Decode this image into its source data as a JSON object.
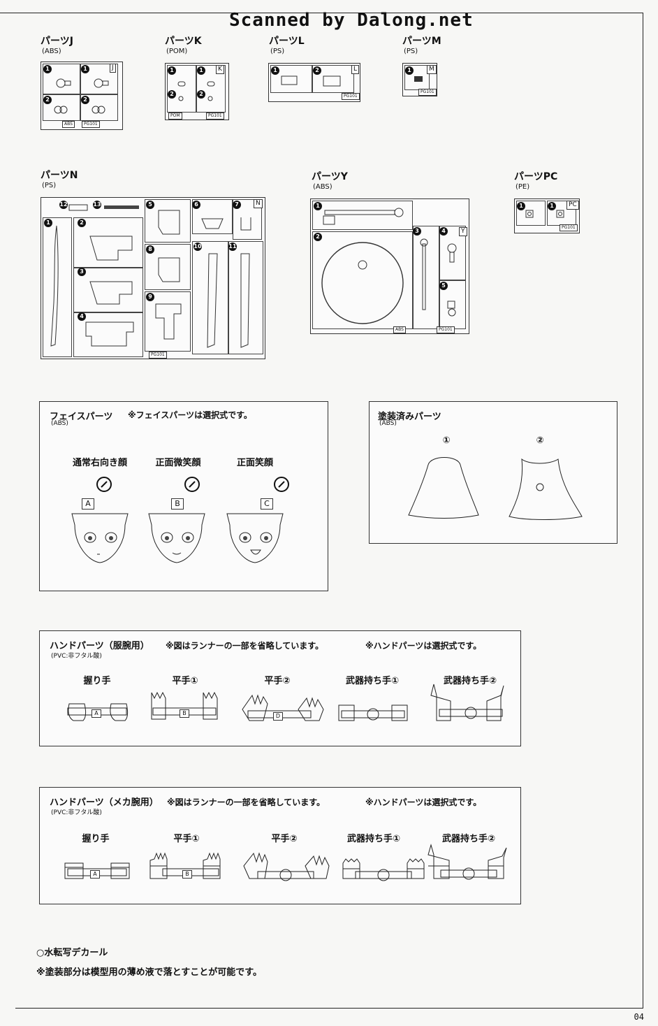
{
  "watermark": "Scanned by Dalong.net",
  "page_number": "04",
  "runners": {
    "J": {
      "title": "パーツJ",
      "material": "(ABS)",
      "tag": "J",
      "bottom_codes": [
        "ABS",
        "PG101"
      ],
      "parts": [
        "1",
        "1",
        "2",
        "2"
      ]
    },
    "K": {
      "title": "パーツK",
      "material": "(POM)",
      "tag": "K",
      "bottom_codes": [
        "POM",
        "PG101"
      ],
      "parts": [
        "1",
        "1",
        "2",
        "2"
      ]
    },
    "L": {
      "title": "パーツL",
      "material": "(PS)",
      "tag": "L",
      "bottom_codes": [
        "PG101"
      ],
      "parts": [
        "1",
        "2"
      ]
    },
    "M": {
      "title": "パーツM",
      "material": "(PS)",
      "tag": "M",
      "bottom_codes": [
        "PG101"
      ],
      "parts": [
        "1"
      ]
    },
    "N": {
      "title": "パーツN",
      "material": "(PS)",
      "tag": "N",
      "bottom_codes": [
        "PG101"
      ],
      "parts": [
        "1",
        "2",
        "3",
        "4",
        "5",
        "6",
        "7",
        "8",
        "9",
        "10",
        "11",
        "12",
        "13"
      ]
    },
    "Y": {
      "title": "パーツY",
      "material": "(ABS)",
      "tag": "Y",
      "bottom_codes": [
        "ABS",
        "PG101"
      ],
      "parts": [
        "1",
        "2",
        "3",
        "4",
        "5"
      ]
    },
    "PC": {
      "title": "パーツPC",
      "material": "(PE)",
      "tag": "PC",
      "bottom_codes": [
        "PG101"
      ],
      "parts": [
        "1",
        "1"
      ]
    }
  },
  "face_parts": {
    "title": "フェイスパーツ",
    "note": "※フェイスパーツは選択式です。",
    "material": "(ABS)",
    "faces": [
      {
        "label": "通常右向き顔",
        "letter": "A"
      },
      {
        "label": "正面微笑顔",
        "letter": "B"
      },
      {
        "label": "正面笑顔",
        "letter": "C"
      }
    ]
  },
  "painted_parts": {
    "title": "塗装済みパーツ",
    "material": "(ABS)",
    "items": [
      "①",
      "②"
    ]
  },
  "hand_cloth": {
    "title": "ハンドパーツ（服腕用）",
    "material": "(PVC:非フタル酸)",
    "note1": "※図はランナーの一部を省略しています。",
    "note2": "※ハンドパーツは選択式です。",
    "hands": [
      {
        "label": "握り手",
        "letter": "A"
      },
      {
        "label": "平手①",
        "letter": "B"
      },
      {
        "label": "平手②",
        "letter": "D"
      },
      {
        "label": "武器持ち手①",
        "letter": ""
      },
      {
        "label": "武器持ち手②",
        "letter": ""
      }
    ]
  },
  "hand_mecha": {
    "title": "ハンドパーツ（メカ腕用）",
    "material": "(PVC:非フタル酸)",
    "note1": "※図はランナーの一部を省略しています。",
    "note2": "※ハンドパーツは選択式です。",
    "hands": [
      {
        "label": "握り手",
        "letter": "A"
      },
      {
        "label": "平手①",
        "letter": "B"
      },
      {
        "label": "平手②",
        "letter": ""
      },
      {
        "label": "武器持ち手①",
        "letter": ""
      },
      {
        "label": "武器持ち手②",
        "letter": ""
      }
    ]
  },
  "footer": {
    "decal": "○水転写デカール",
    "decal_note": "※塗装部分は模型用の薄め液で落とすことが可能です。"
  }
}
